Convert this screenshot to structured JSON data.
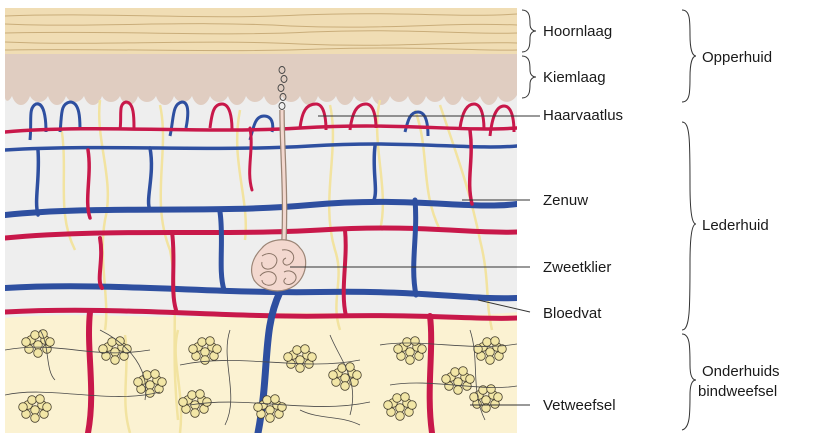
{
  "colors": {
    "stratum_corneum": "#f0ddb4",
    "stratum_basale": "#e0cdc1",
    "dermis": "#eeeeee",
    "subcutis": "#fbf2d2",
    "artery": "#c8184a",
    "vein": "#2e4fa0",
    "nerve": "#f2e3a0",
    "fat_cell": "#f2e6a6",
    "gland": "#f3d8cf",
    "line": "#333333"
  },
  "labels": {
    "hoornlaag": "Hoornlaag",
    "kiemlaag": "Kiemlaag",
    "haarvaatlus": "Haarvaatlus",
    "zenuw": "Zenuw",
    "zweetklier": "Zweetklier",
    "bloedvat": "Bloedvat",
    "vetweefsel": "Vetweefsel"
  },
  "groups": {
    "opperhuid": "Opperhuid",
    "lederhuid": "Lederhuid",
    "onderhuids_line1": "Onderhuids",
    "onderhuids_line2": "bindweefsel"
  }
}
